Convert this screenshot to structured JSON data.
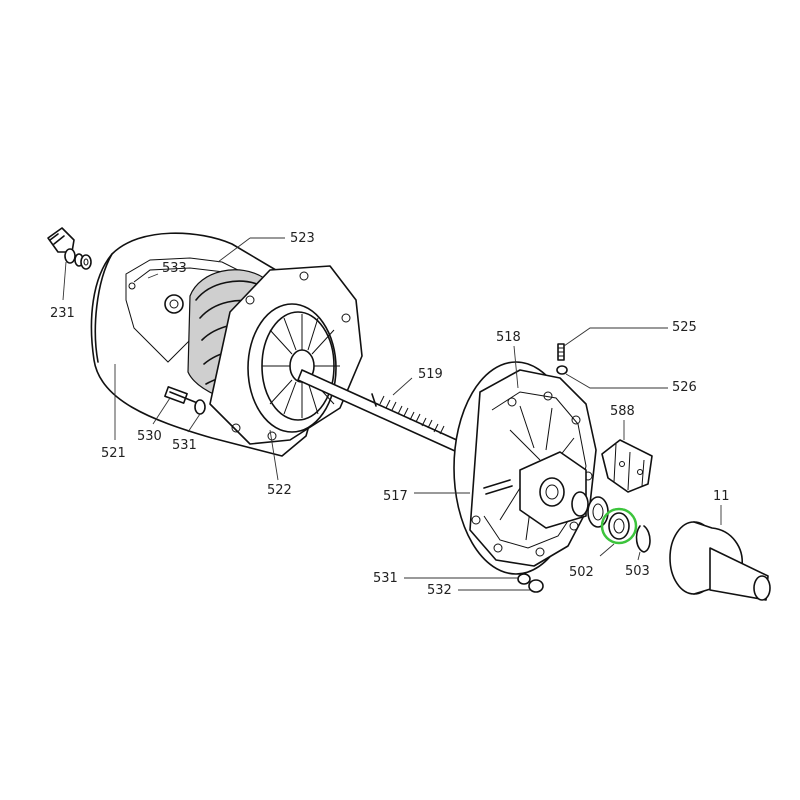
{
  "labels": {
    "p231": "231",
    "p533": "533",
    "p523": "523",
    "p521": "521",
    "p530": "530",
    "p531a": "531",
    "p522": "522",
    "p519": "519",
    "p518": "518",
    "p517": "517",
    "p525": "525",
    "p526": "526",
    "p588": "588",
    "p11": "11",
    "p502": "502",
    "p503": "503",
    "p531b": "531",
    "p532": "532"
  },
  "colors": {
    "highlight": "#3cc43c",
    "line": "#111111"
  }
}
